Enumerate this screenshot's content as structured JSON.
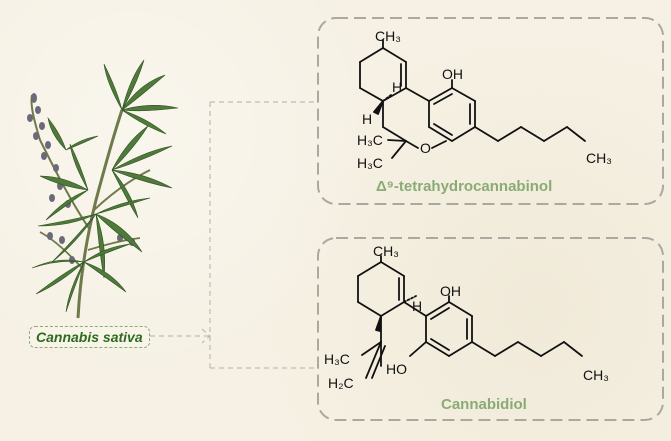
{
  "plant": {
    "label": "Cannabis sativa"
  },
  "molecules": [
    {
      "name": "Δ⁹-tetrahydrocannabinol",
      "labels": {
        "methyl": "CH₃",
        "hydroxyl": "OH",
        "h_top": "H",
        "h_mid": "H",
        "gem_dimethyl_1": "H₃C",
        "gem_dimethyl_2": "H₃C",
        "oxygen": "O",
        "pentyl_end": "CH₃"
      }
    },
    {
      "name": "Cannabidiol",
      "labels": {
        "methyl": "CH₃",
        "hydroxyl_top": "OH",
        "hydroxyl_bottom": "HO",
        "h_ring": "H",
        "methyl_iso": "H₃C",
        "methylene": "H₂C",
        "pentyl_end": "CH₃"
      }
    }
  ],
  "colors": {
    "background": "#f6f1e4",
    "box_border": "#a9a9a1",
    "title_green": "#8aab76",
    "label_green": "#2e6b1f",
    "connector": "#bdbdb6",
    "ink": "#111111"
  },
  "icons": {
    "plant": "cannabis-plant-illustration"
  }
}
